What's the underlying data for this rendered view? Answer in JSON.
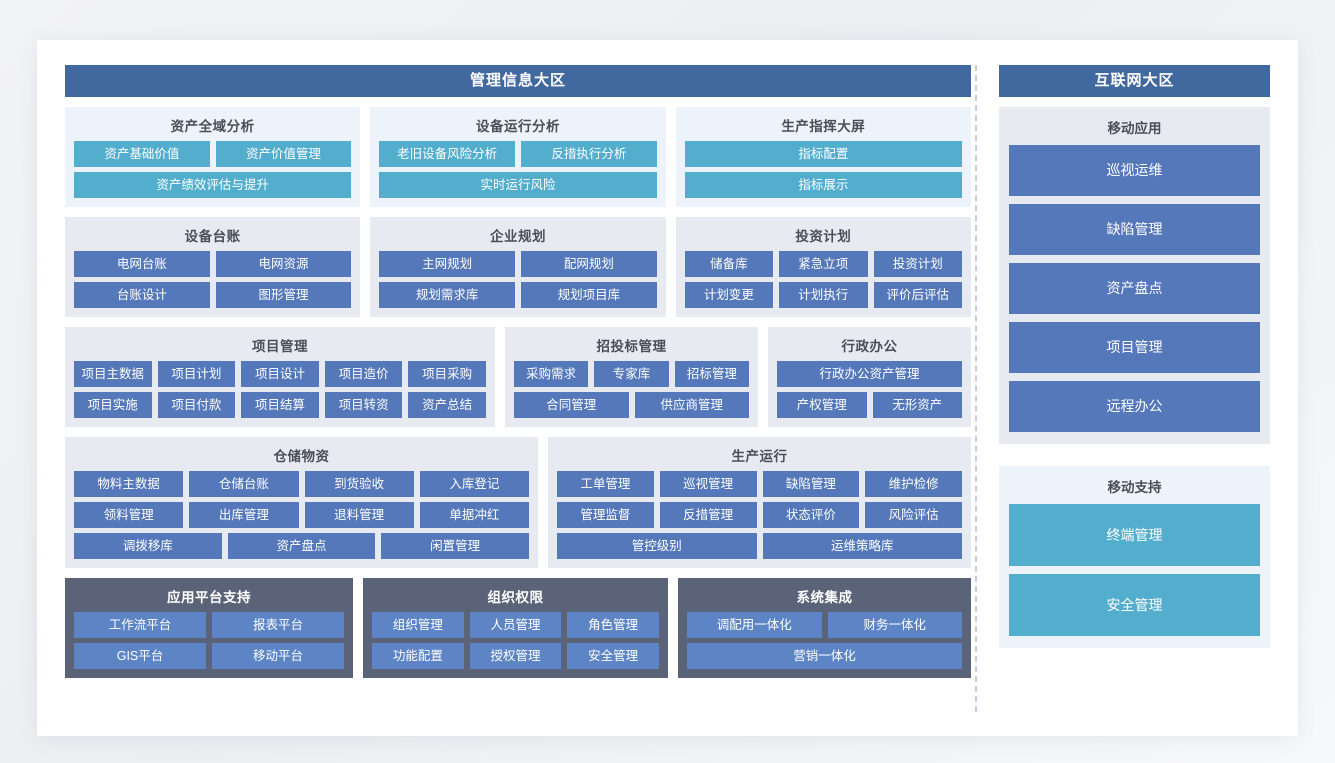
{
  "zones": {
    "left_title": "管理信息大区",
    "right_title": "互联网大区"
  },
  "colors": {
    "zone_header": "#41689f",
    "cyan_chip": "#53aece",
    "blue_chip": "#5478b9",
    "light_card": "#edf3fa",
    "gray_card": "#e7ebf1",
    "dark_card": "#5a6377",
    "divider": "#c3cfe0"
  },
  "left": {
    "row1": [
      {
        "title": "资产全域分析",
        "card": "light",
        "chip": "cyan",
        "rows": [
          [
            "资产基础价值",
            "资产价值管理"
          ],
          [
            "资产绩效评估与提升"
          ]
        ]
      },
      {
        "title": "设备运行分析",
        "card": "light",
        "chip": "cyan",
        "rows": [
          [
            "老旧设备风险分析",
            "反措执行分析"
          ],
          [
            "实时运行风险"
          ]
        ]
      },
      {
        "title": "生产指挥大屏",
        "card": "light",
        "chip": "cyan",
        "rows": [
          [
            "指标配置"
          ],
          [
            "指标展示"
          ]
        ]
      }
    ],
    "row2": [
      {
        "title": "设备台账",
        "card": "gray",
        "chip": "blue",
        "rows": [
          [
            "电网台账",
            "电网资源"
          ],
          [
            "台账设计",
            "图形管理"
          ]
        ]
      },
      {
        "title": "企业规划",
        "card": "gray",
        "chip": "blue",
        "rows": [
          [
            "主网规划",
            "配网规划"
          ],
          [
            "规划需求库",
            "规划项目库"
          ]
        ]
      },
      {
        "title": "投资计划",
        "card": "gray",
        "chip": "blue",
        "rows": [
          [
            "储备库",
            "紧急立项",
            "投资计划"
          ],
          [
            "计划变更",
            "计划执行",
            "评价后评估"
          ]
        ]
      }
    ],
    "row3": [
      {
        "title": "项目管理",
        "card": "gray",
        "chip": "blue",
        "rows": [
          [
            "项目主数据",
            "项目计划",
            "项目设计",
            "项目造价",
            "项目采购"
          ],
          [
            "项目实施",
            "项目付款",
            "项目结算",
            "项目转资",
            "资产总结"
          ]
        ]
      },
      {
        "title": "招投标管理",
        "card": "gray",
        "chip": "blue",
        "rows": [
          [
            "采购需求",
            "专家库",
            "招标管理"
          ],
          [
            "合同管理",
            "供应商管理"
          ]
        ]
      },
      {
        "title": "行政办公",
        "card": "gray",
        "chip": "blue",
        "rows": [
          [
            "行政办公资产管理"
          ],
          [
            "产权管理",
            "无形资产"
          ]
        ]
      }
    ],
    "row4": [
      {
        "title": "仓储物资",
        "card": "gray",
        "chip": "blue",
        "rows": [
          [
            "物料主数据",
            "仓储台账",
            "到货验收",
            "入库登记"
          ],
          [
            "领料管理",
            "出库管理",
            "退料管理",
            "单据冲红"
          ],
          [
            "调拨移库",
            "资产盘点",
            "闲置管理"
          ]
        ]
      },
      {
        "title": "生产运行",
        "card": "gray",
        "chip": "blue",
        "rows": [
          [
            "工单管理",
            "巡视管理",
            "缺陷管理",
            "维护检修"
          ],
          [
            "管理监督",
            "反措管理",
            "状态评价",
            "风险评估"
          ],
          [
            "管控级别",
            "运维策略库"
          ]
        ]
      }
    ],
    "row5": [
      {
        "title": "应用平台支持",
        "card": "dark",
        "chip": "lblue",
        "rows": [
          [
            "工作流平台",
            "报表平台"
          ],
          [
            "GIS平台",
            "移动平台"
          ]
        ]
      },
      {
        "title": "组织权限",
        "card": "dark",
        "chip": "lblue",
        "rows": [
          [
            "组织管理",
            "人员管理",
            "角色管理"
          ],
          [
            "功能配置",
            "授权管理",
            "安全管理"
          ]
        ]
      },
      {
        "title": "系统集成",
        "card": "dark",
        "chip": "lblue",
        "rows": [
          [
            "调配用一体化",
            "财务一体化"
          ],
          [
            "营销一体化"
          ]
        ]
      }
    ]
  },
  "right": {
    "groups": [
      {
        "title": "移动应用",
        "card": "gray",
        "chip": "blue",
        "items": [
          "巡视运维",
          "缺陷管理",
          "资产盘点",
          "项目管理",
          "远程办公"
        ]
      },
      {
        "title": "移动支持",
        "card": "light",
        "chip": "cyan",
        "items": [
          "终端管理",
          "安全管理"
        ]
      }
    ]
  }
}
